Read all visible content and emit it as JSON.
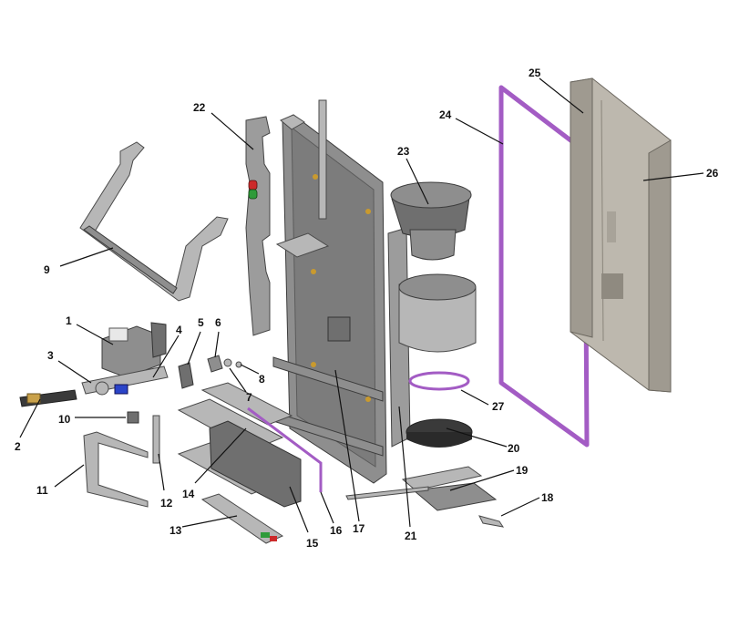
{
  "diagram": {
    "callouts": [
      {
        "id": "1",
        "label": "1"
      },
      {
        "id": "2",
        "label": "2"
      },
      {
        "id": "3",
        "label": "3"
      },
      {
        "id": "4",
        "label": "4"
      },
      {
        "id": "5",
        "label": "5"
      },
      {
        "id": "6",
        "label": "6"
      },
      {
        "id": "7",
        "label": "7"
      },
      {
        "id": "8",
        "label": "8"
      },
      {
        "id": "9",
        "label": "9"
      },
      {
        "id": "10",
        "label": "10"
      },
      {
        "id": "11",
        "label": "11"
      },
      {
        "id": "12",
        "label": "12"
      },
      {
        "id": "13",
        "label": "13"
      },
      {
        "id": "14",
        "label": "14"
      },
      {
        "id": "15",
        "label": "15"
      },
      {
        "id": "16",
        "label": "16"
      },
      {
        "id": "17",
        "label": "17"
      },
      {
        "id": "18",
        "label": "18"
      },
      {
        "id": "19",
        "label": "19"
      },
      {
        "id": "20",
        "label": "20"
      },
      {
        "id": "21",
        "label": "21"
      },
      {
        "id": "22",
        "label": "22"
      },
      {
        "id": "23",
        "label": "23"
      },
      {
        "id": "24",
        "label": "24"
      },
      {
        "id": "25",
        "label": "25"
      },
      {
        "id": "26",
        "label": "26"
      },
      {
        "id": "27",
        "label": "27"
      }
    ],
    "colors": {
      "steel": "#8e8e8e",
      "gasket_ring": "#a35cc4",
      "insulation": "#bdb8ae",
      "background": "#ffffff"
    }
  }
}
